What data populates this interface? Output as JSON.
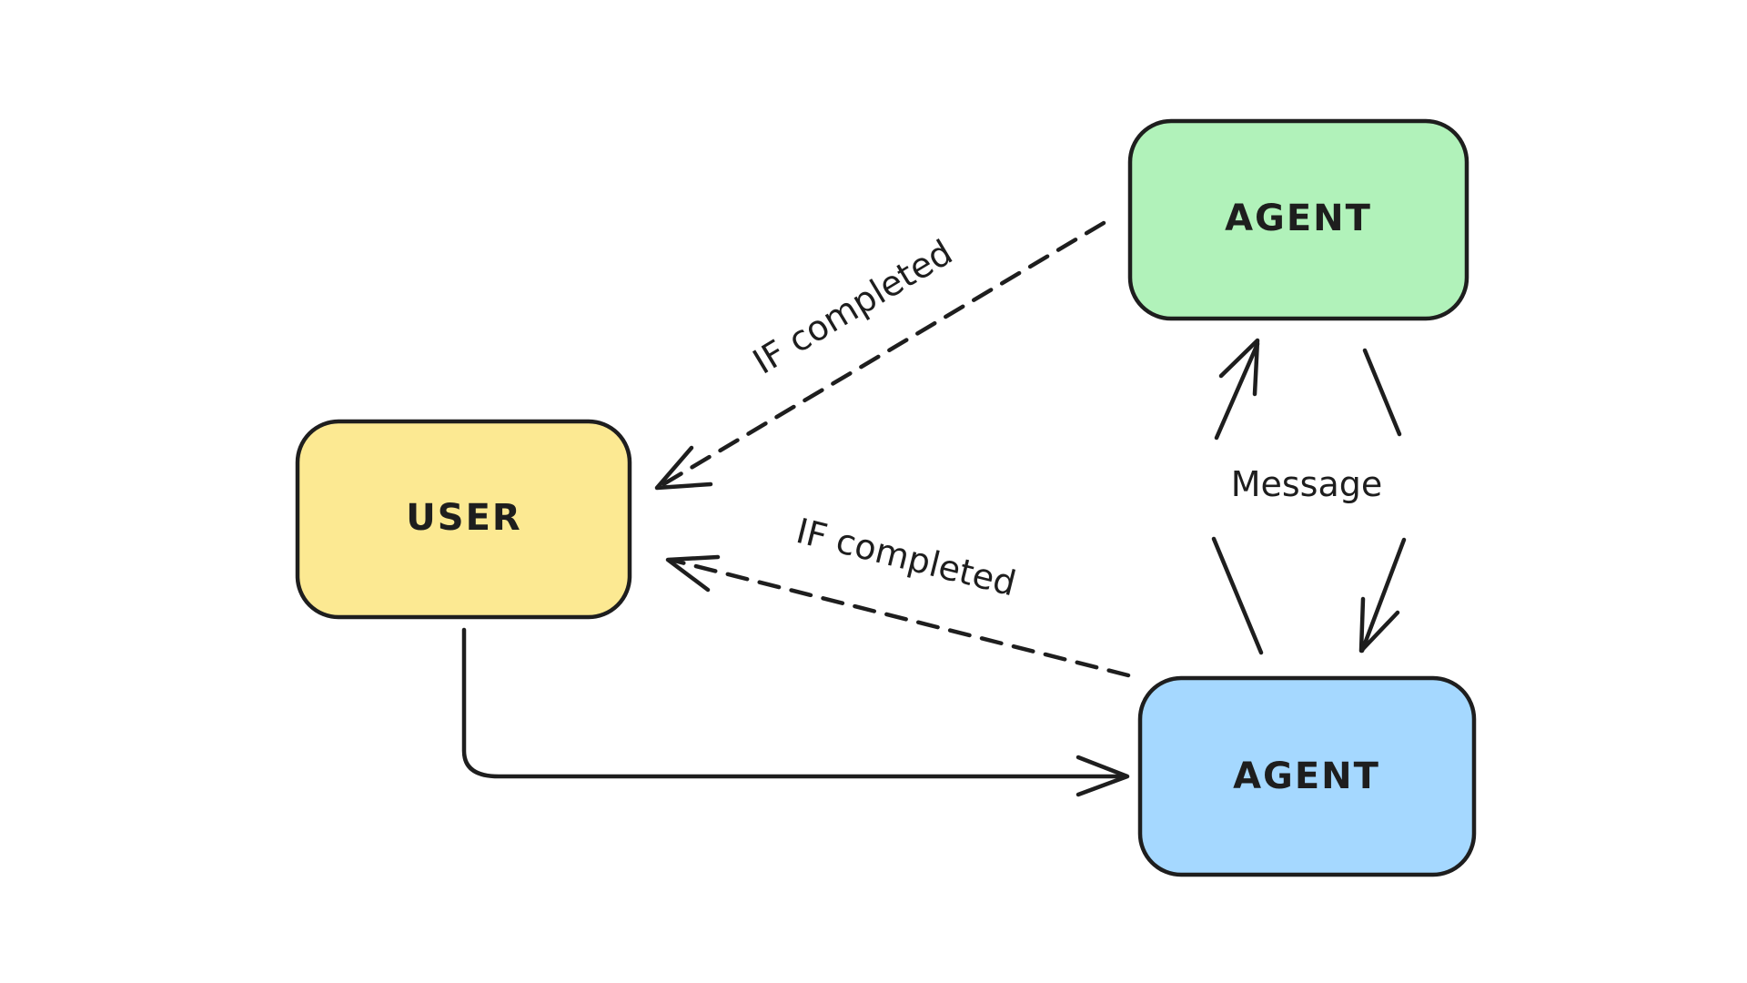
{
  "nodes": {
    "user": {
      "label": "USER",
      "fill": "#fce992"
    },
    "agent_top": {
      "label": "AGENT",
      "fill": "#b1f2ba"
    },
    "agent_bottom": {
      "label": "AGENT",
      "fill": "#a5d8ff"
    }
  },
  "edges": {
    "top_to_user_label": "IF completed",
    "bottom_to_user_label": "IF completed",
    "between_agents_label": "Message"
  },
  "colors": {
    "stroke": "#1e1e1e",
    "background": "#ffffff"
  }
}
